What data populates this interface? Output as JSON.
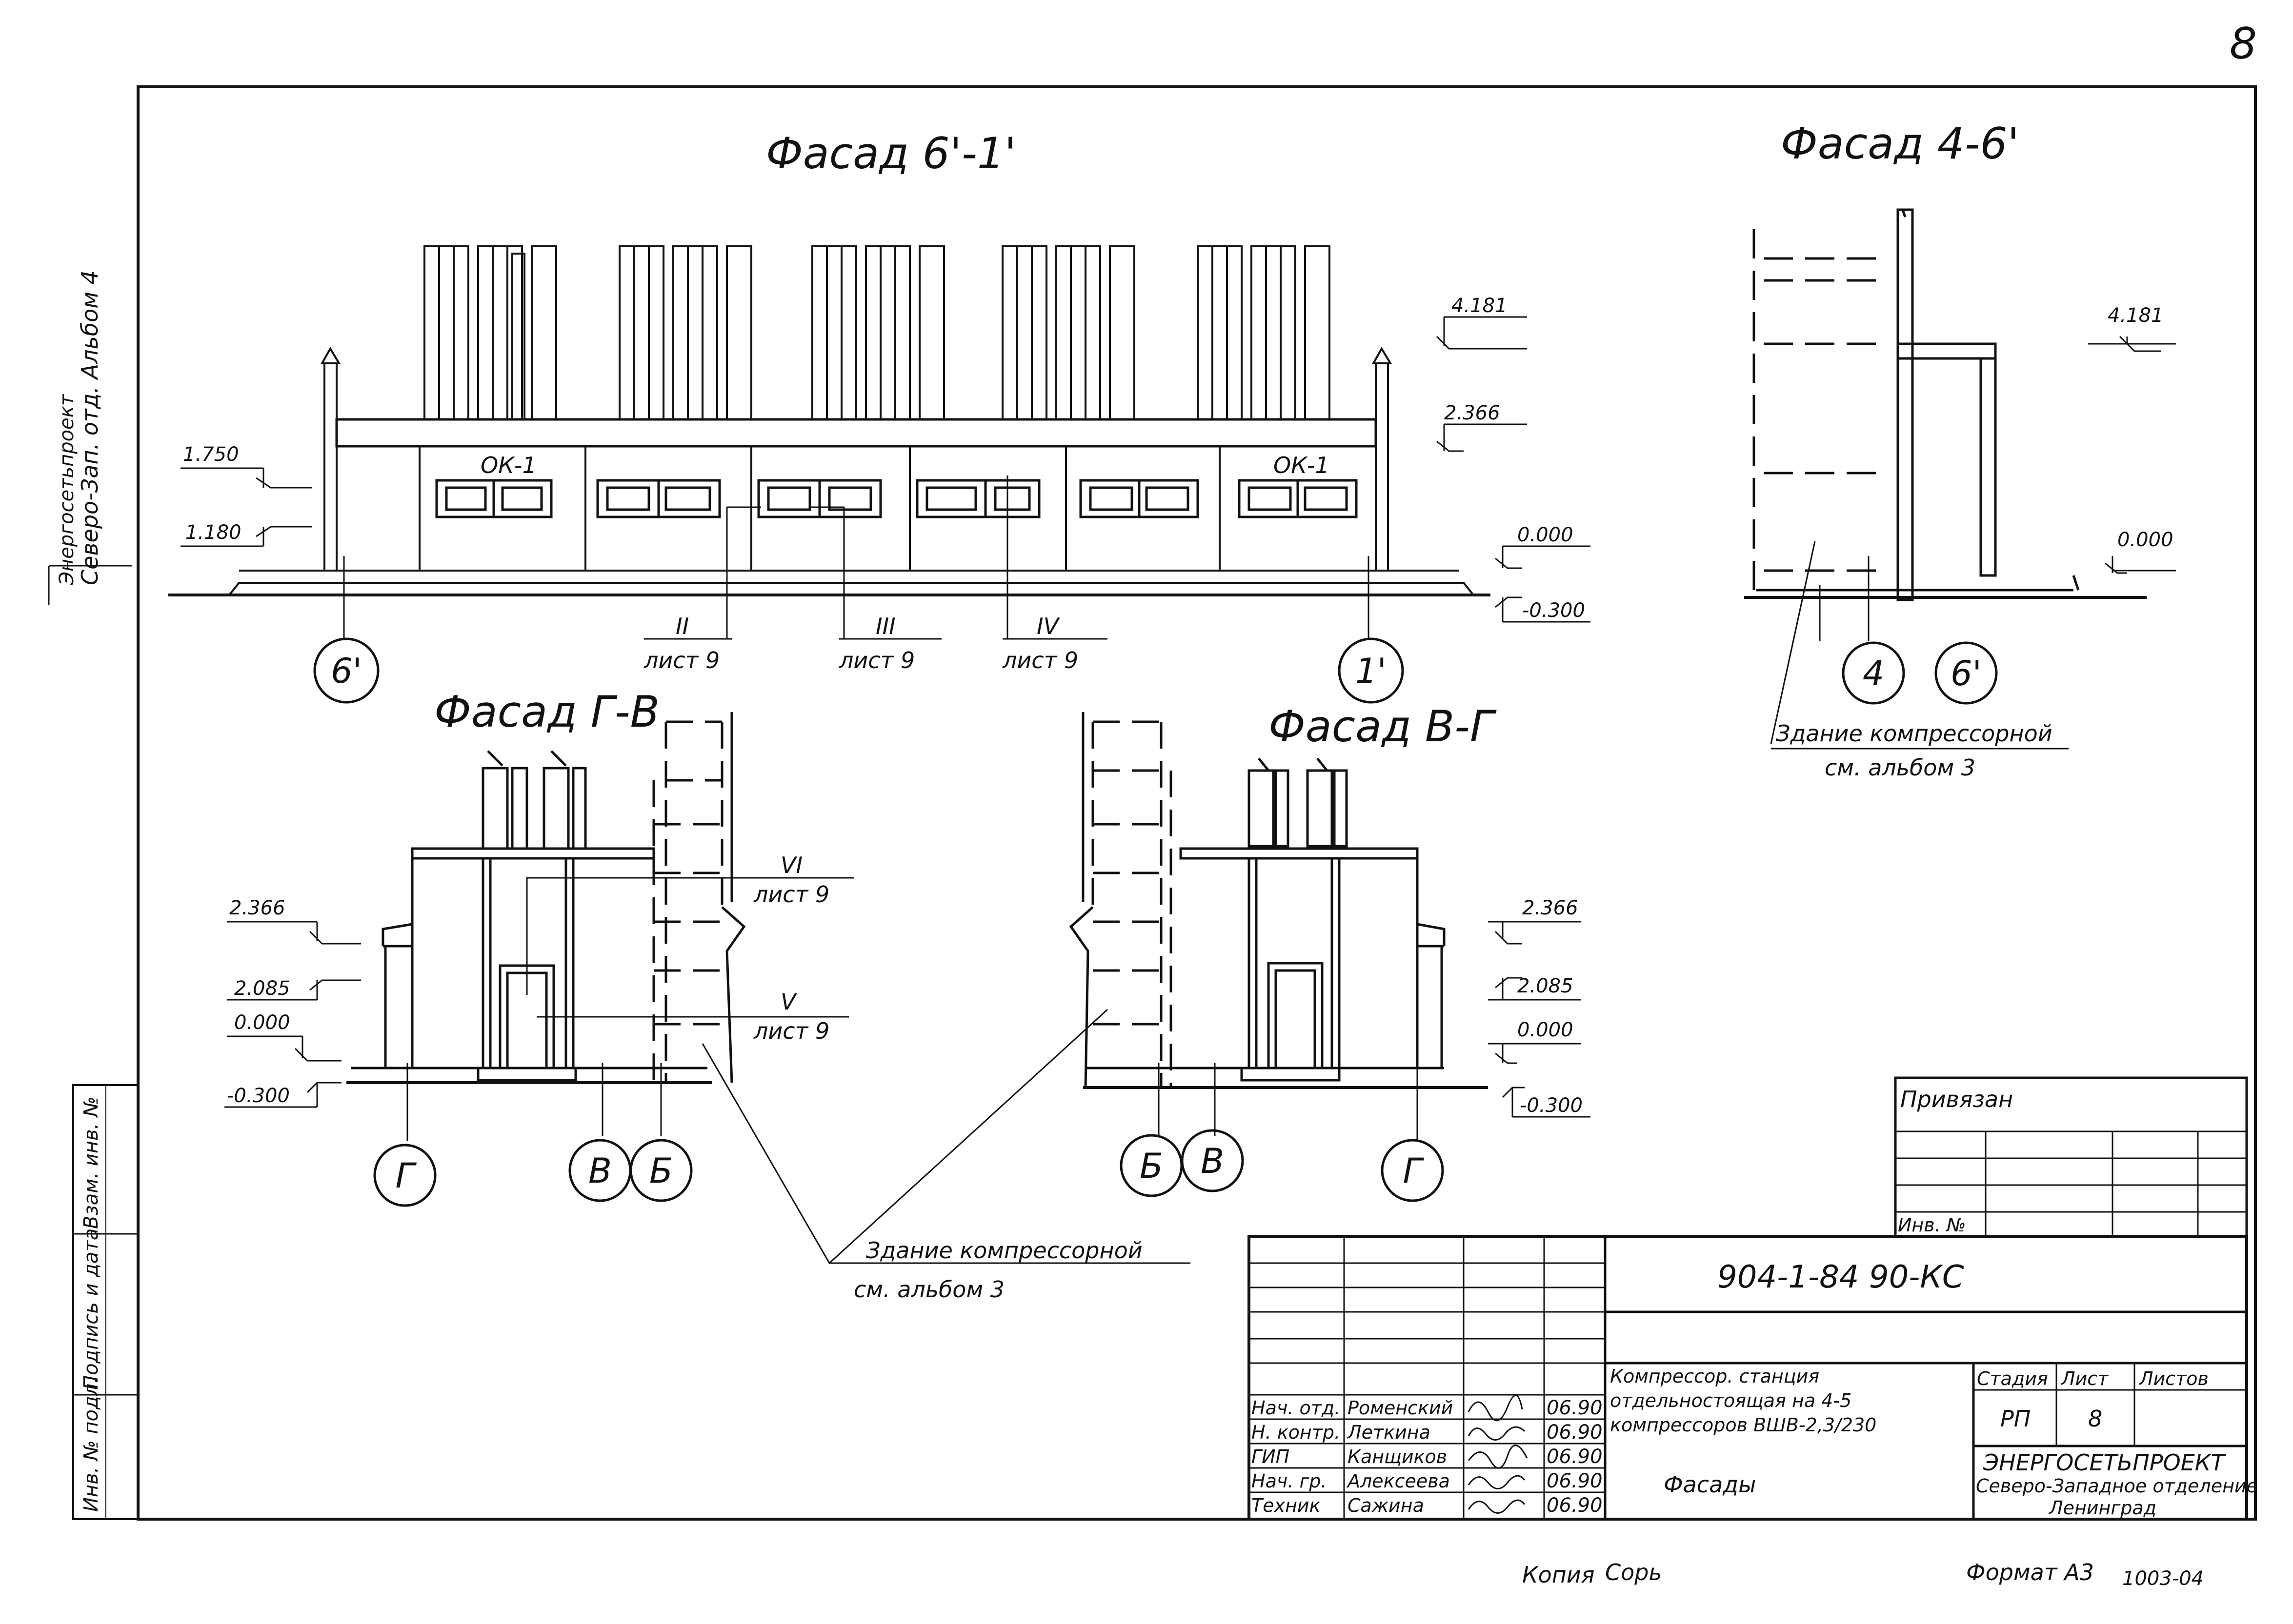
{
  "page": {
    "sheet_corner_number": "8",
    "copy_label": "Копия",
    "copy_signature": "Сорь",
    "format_label": "Формат А3",
    "doc_code": "1003-04"
  },
  "facade_top_left": {
    "title": "Фасад 6'-1'",
    "levels": [
      "4.181",
      "2.366",
      "1.750",
      "1.180",
      "0.000",
      "-0.300"
    ],
    "window_labels": [
      "ОК-1",
      "ОК-1"
    ],
    "section_refs": [
      {
        "num": "II",
        "sheet": "лист 9"
      },
      {
        "num": "III",
        "sheet": "лист 9"
      },
      {
        "num": "IV",
        "sheet": "лист 9"
      }
    ],
    "axes": [
      "6'",
      "1'"
    ]
  },
  "facade_top_right": {
    "title": "Фасад 4-6'",
    "levels": [
      "4.181",
      "0.000"
    ],
    "axes": [
      "4",
      "6'"
    ],
    "note_line1": "Здание компрессорной",
    "note_line2": "см. альбом 3"
  },
  "facade_gv": {
    "title": "Фасад Г-В",
    "levels": [
      "2.366",
      "2.085",
      "0.000",
      "-0.300"
    ],
    "section_refs": [
      {
        "num": "VI",
        "sheet": "лист 9"
      },
      {
        "num": "V",
        "sheet": "лист 9"
      }
    ],
    "axes": [
      "Г",
      "В",
      "Б"
    ]
  },
  "facade_vg": {
    "title": "Фасад В-Г",
    "levels": [
      "2.366",
      "2.085",
      "0.000",
      "-0.300"
    ],
    "axes": [
      "Б",
      "В",
      "Г"
    ]
  },
  "shared_note": {
    "line1": "Здание компрессорной",
    "line2": "см. альбом 3"
  },
  "left_margin": {
    "stamp_text": "Северо-Зап. отд. Альбом 4",
    "stamp_small": "Энергосетьпроект",
    "labels": [
      "Инв. № подл.",
      "Подпись и дата",
      "Взам. инв. №"
    ]
  },
  "privyazan": {
    "title": "Привязан",
    "inv_label": "Инв. №"
  },
  "title_block": {
    "code": "904-1-84 90-КС",
    "project_lines": [
      "Компрессор. станция",
      "отдельностоящая на 4-5",
      "компрессоров ВШВ-2,3/230"
    ],
    "sheet_name": "Фасады",
    "stage_header": "Стадия",
    "sheet_header": "Лист",
    "sheets_header": "Листов",
    "stage_value": "РП",
    "sheet_value": "8",
    "org_line1": "ЭНЕРГОСЕТЬПРОЕКТ",
    "org_line2": "Северо-Западное отделение",
    "org_line3": "Ленинград",
    "staff": [
      {
        "role": "Нач. отд.",
        "name": "Роменский",
        "date": "06.90"
      },
      {
        "role": "Н. контр.",
        "name": "Леткина",
        "date": "06.90"
      },
      {
        "role": "ГИП",
        "name": "Канщиков",
        "date": "06.90"
      },
      {
        "role": "Нач. гр.",
        "name": "Алексеева",
        "date": "06.90"
      },
      {
        "role": "Техник",
        "name": "Сажина",
        "date": "06.90"
      }
    ]
  }
}
